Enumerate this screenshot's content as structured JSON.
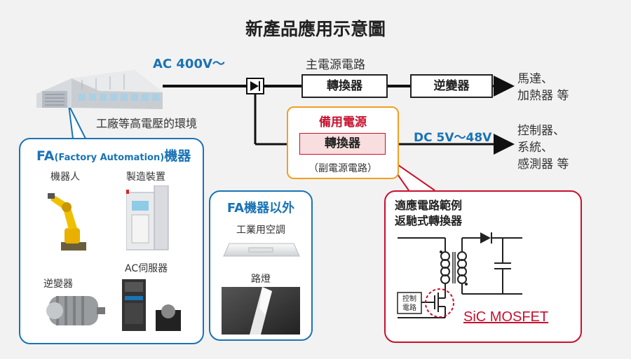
{
  "title": "新產品應用示意圖",
  "ac_label": "AC 400V～",
  "factory_caption": "工廠等高電壓的環境",
  "main_circuit": {
    "heading": "主電源電路",
    "converter": "轉換器",
    "inverter": "逆變器",
    "output": [
      "馬達、",
      "加熱器 等"
    ]
  },
  "backup": {
    "heading": "備用電源",
    "converter": "轉換器",
    "sub_caption": "（副電源電路）",
    "dc_label": "DC 5V～48V",
    "output": [
      "控制器、",
      "系統、",
      "感測器 等"
    ]
  },
  "fa_panel": {
    "title_main": "FA",
    "title_paren": "(Factory Automation)",
    "title_tail": "機器",
    "items": [
      "機器人",
      "製造裝置",
      "逆變器",
      "AC伺服器"
    ]
  },
  "non_fa_panel": {
    "title": "FA機器以外",
    "items": [
      "工業用空調",
      "路燈"
    ]
  },
  "circuit_panel": {
    "title": [
      "適應電路範例",
      "返馳式轉換器"
    ],
    "control_label": [
      "控制",
      "電路"
    ],
    "device_label": "SiC MOSFET"
  },
  "colors": {
    "blue": "#1a73b5",
    "red": "#c8102e",
    "orange": "#f0a020",
    "pink": "#f8dede"
  }
}
